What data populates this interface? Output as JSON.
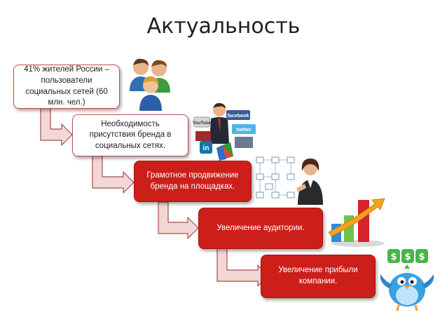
{
  "title": "Актуальность",
  "steps": [
    {
      "text": "41% жителей России – пользователи социальных сетей (60 млн. чел.)"
    },
    {
      "text": "Необходимость присутствия бренда в социальных сетях."
    },
    {
      "text": "Грамотное продвижение бренда на площадках."
    },
    {
      "text": "Увеличение аудитории."
    },
    {
      "text": "Увеличение прибыли компании."
    }
  ],
  "images": {
    "people": "people-group-icon",
    "social": "businessman-social-media-icon",
    "network": "woman-network-diagram-icon",
    "growth": "growth-chart-icon",
    "twitter": "twitter-bird-dollar-icon"
  },
  "logos": {
    "youtube": "YouTube",
    "facebook": "facebook",
    "twitter": "twitter",
    "linkedin": "in"
  },
  "money_signs": [
    "$",
    "$",
    "$"
  ],
  "colors": {
    "accent_red": "#cc1f1a",
    "border_red": "#c0504d",
    "arrow_fill": "#f3d7d6",
    "arrow_stroke": "#a0504d"
  }
}
